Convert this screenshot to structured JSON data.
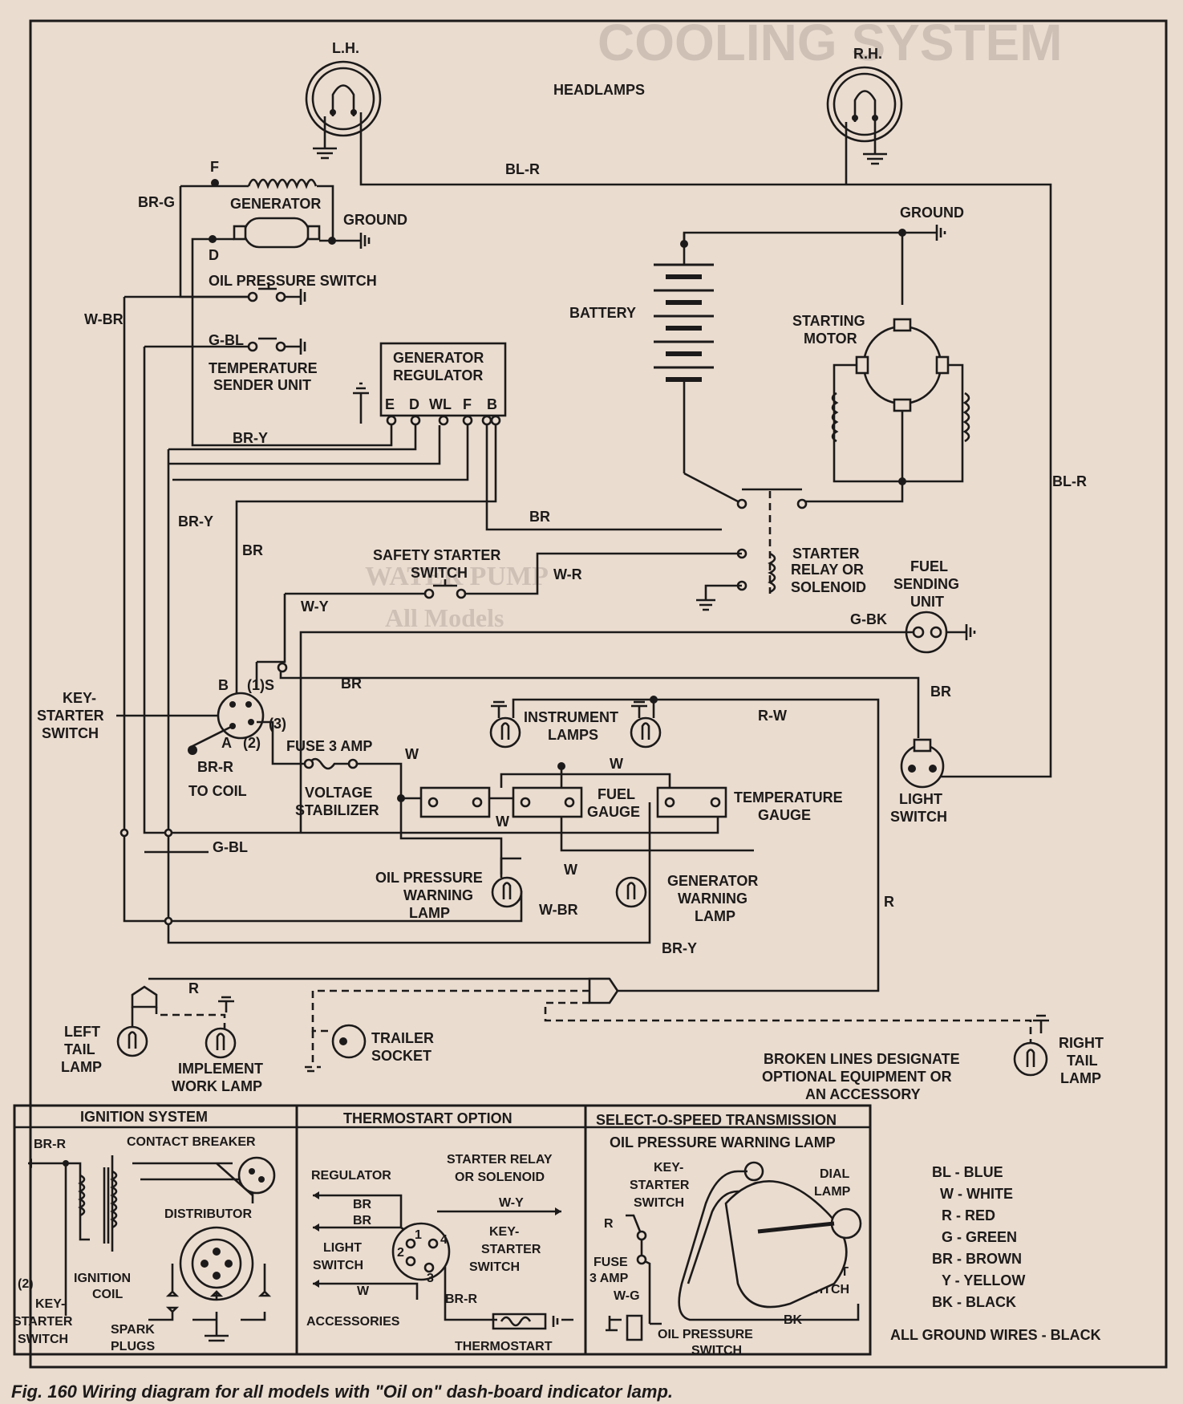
{
  "background_text": {
    "section_heading": "COOLING SYSTEM",
    "water_pump_heading": "WATER PUMP",
    "all_models": "All Models"
  },
  "headlamps": {
    "title": "HEADLAMPS",
    "left": "L.H.",
    "right": "R.H."
  },
  "wire_codes": {
    "bl_r": "BL-R",
    "br_g": "BR-G",
    "w_br": "W-BR",
    "g_bl": "G-BL",
    "br_y": "BR-Y",
    "br": "BR",
    "w_r": "W-R",
    "w_y": "W-Y",
    "g_bk": "G-BK",
    "r_w": "R-W",
    "w": "W",
    "br_r": "BR-R",
    "r": "R"
  },
  "components": {
    "generator": "GENERATOR",
    "f_terminal": "F",
    "d_terminal": "D",
    "ground_gen": "GROUND",
    "ground_batt": "GROUND",
    "oil_pressure_switch": "OIL PRESSURE SWITCH",
    "temp_sender": [
      "TEMPERATURE",
      "SENDER UNIT"
    ],
    "generator_regulator": [
      "GENERATOR",
      "REGULATOR"
    ],
    "regulator_terminals": [
      "E",
      "D",
      "WL",
      "F",
      "B"
    ],
    "battery": "BATTERY",
    "starting_motor": [
      "STARTING",
      "MOTOR"
    ],
    "safety_starter_switch": [
      "SAFETY STARTER",
      "SWITCH"
    ],
    "starter_relay": [
      "STARTER",
      "RELAY OR",
      "SOLENOID"
    ],
    "fuel_sending_unit": [
      "FUEL",
      "SENDING",
      "UNIT"
    ],
    "key_starter_switch": [
      "KEY-",
      "STARTER",
      "SWITCH"
    ],
    "key_terminals": {
      "b": "B",
      "s": "(1)S",
      "t3": "(3)",
      "a": "A",
      "t2": "(2)"
    },
    "fuse": "FUSE 3 AMP",
    "to_coil": "TO COIL",
    "instrument_lamps": [
      "INSTRUMENT",
      "LAMPS"
    ],
    "voltage_stabilizer": [
      "VOLTAGE",
      "STABILIZER"
    ],
    "fuel_gauge": [
      "FUEL",
      "GAUGE"
    ],
    "temperature_gauge": [
      "TEMPERATURE",
      "GAUGE"
    ],
    "light_switch": [
      "LIGHT",
      "SWITCH"
    ],
    "oil_pressure_warning_lamp": [
      "OIL PRESSURE",
      "WARNING",
      "LAMP"
    ],
    "generator_warning_lamp": [
      "GENERATOR",
      "WARNING",
      "LAMP"
    ],
    "left_tail_lamp": [
      "LEFT",
      "TAIL",
      "LAMP"
    ],
    "implement_lamp": [
      "IMPLEMENT",
      "WORK LAMP"
    ],
    "trailer_socket": [
      "TRAILER",
      "SOCKET"
    ],
    "right_tail_lamp": [
      "RIGHT",
      "TAIL",
      "LAMP"
    ],
    "broken_lines_note": [
      "BROKEN LINES DESIGNATE",
      "OPTIONAL EQUIPMENT OR",
      "AN ACCESSORY"
    ]
  },
  "ignition_panel": {
    "title": "IGNITION SYSTEM",
    "br_r": "BR-R",
    "contact_breaker": "CONTACT BREAKER",
    "distributor": "DISTRIBUTOR",
    "ignition_coil": [
      "IGNITION",
      "COIL"
    ],
    "key_switch": [
      "(2)",
      "KEY-",
      "STARTER",
      "SWITCH"
    ],
    "spark_plugs": [
      "SPARK",
      "PLUGS"
    ]
  },
  "thermostart_panel": {
    "title": "THERMOSTART OPTION",
    "regulator": "REGULATOR",
    "starter_relay": [
      "STARTER RELAY",
      "OR SOLENOID"
    ],
    "w_y": "W-Y",
    "br1": "BR",
    "br2": "BR",
    "light_switch": [
      "LIGHT",
      "SWITCH"
    ],
    "key_switch": [
      "KEY-",
      "STARTER",
      "SWITCH"
    ],
    "terminals": [
      "1",
      "2",
      "3",
      "4"
    ],
    "w": "W",
    "br_r": "BR-R",
    "accessories": "ACCESSORIES",
    "thermostart": "THERMOSTART"
  },
  "sos_panel": {
    "title": "SELECT-O-SPEED TRANSMISSION",
    "subtitle": "OIL PRESSURE WARNING LAMP",
    "key_switch": [
      "KEY-",
      "STARTER",
      "SWITCH"
    ],
    "dial_lamp": [
      "DIAL",
      "LAMP"
    ],
    "r": "R",
    "fuse": [
      "FUSE",
      "3 AMP"
    ],
    "w_g": "W-G",
    "light_switch": [
      "LIGHT",
      "SWITCH"
    ],
    "bk": "BK",
    "oil_pressure_switch": [
      "OIL PRESSURE",
      "SWITCH"
    ]
  },
  "color_legend": {
    "items": [
      "BL - BLUE",
      "W - WHITE",
      "R - RED",
      "G - GREEN",
      "BR - BROWN",
      "Y - YELLOW",
      "BK - BLACK"
    ],
    "ground_note": "ALL GROUND WIRES - BLACK"
  },
  "caption": "Fig. 160 Wiring diagram for all models with \"Oil on\" dash-board indicator lamp."
}
